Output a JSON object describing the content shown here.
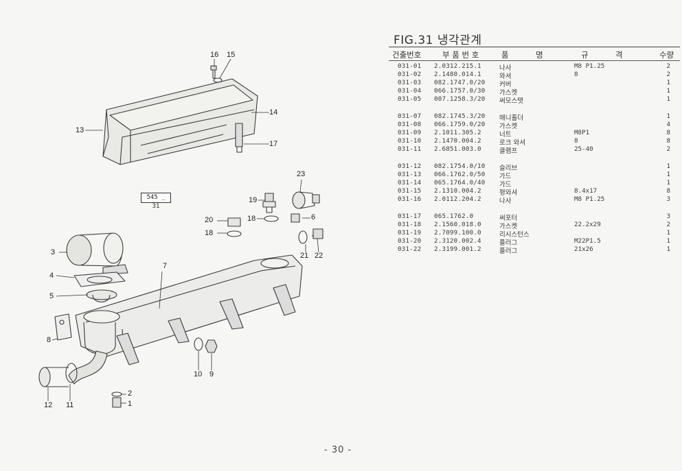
{
  "figure_title": "FIG.31 냉각관계",
  "drawing_code": "545 _ 31",
  "page_number": "- 30 -",
  "columns": {
    "no": "건출번호",
    "part_no": "부 품 번 호",
    "name_1": "품",
    "name_2": "명",
    "spec_1": "규",
    "spec_2": "격",
    "qty": "수량"
  },
  "parts": [
    {
      "no": "031-01",
      "part": "2.0312.215.1",
      "name": "나사",
      "spec": "M8 P1.25",
      "qty": "2"
    },
    {
      "no": "031-02",
      "part": "2.1480.014.1",
      "name": "와셔",
      "spec": "8",
      "qty": "2"
    },
    {
      "no": "031-03",
      "part": "082.1747.0/20",
      "name": "커버",
      "spec": "",
      "qty": "1"
    },
    {
      "no": "031-04",
      "part": "066.1757.0/30",
      "name": "가스켓",
      "spec": "",
      "qty": "1"
    },
    {
      "no": "031-05",
      "part": "007.1258.3/20",
      "name": "써모스탯",
      "spec": "",
      "qty": "1"
    },
    {
      "no": "031-07",
      "part": "082.1745.3/20",
      "name": "매니홀더",
      "spec": "",
      "qty": "1"
    },
    {
      "no": "031-08",
      "part": "066.1759.0/20",
      "name": "가스켓",
      "spec": "",
      "qty": "4"
    },
    {
      "no": "031-09",
      "part": "2.1011.305.2",
      "name": "너트",
      "spec": "M8P1",
      "qty": "8"
    },
    {
      "no": "031-10",
      "part": "2.1470.004.2",
      "name": "로크 와셔",
      "spec": "8",
      "qty": "8"
    },
    {
      "no": "031-11",
      "part": "2.6851.003.0",
      "name": "클램프",
      "spec": "25-40",
      "qty": "2"
    },
    {
      "no": "031-12",
      "part": "082.1754.0/10",
      "name": "슬리브",
      "spec": "",
      "qty": "1"
    },
    {
      "no": "031-13",
      "part": "066.1762.0/50",
      "name": "가드",
      "spec": "",
      "qty": "1"
    },
    {
      "no": "031-14",
      "part": "065.1764.0/40",
      "name": "가드",
      "spec": "",
      "qty": "1"
    },
    {
      "no": "031-15",
      "part": "2.1310.004.2",
      "name": "평와셔",
      "spec": "8.4x17",
      "qty": "8"
    },
    {
      "no": "031-16",
      "part": "2.0112.204.2",
      "name": "나사",
      "spec": "M8 P1.25",
      "qty": "3"
    },
    {
      "no": "031-17",
      "part": "065.1762.0",
      "name": "써포터",
      "spec": "",
      "qty": "3"
    },
    {
      "no": "031-18",
      "part": "2.1560.018.0",
      "name": "가스켓",
      "spec": "22.2x29",
      "qty": "2"
    },
    {
      "no": "031-19",
      "part": "2.7099.100.0",
      "name": "리시스턴스",
      "spec": "",
      "qty": "1"
    },
    {
      "no": "031-20",
      "part": "2.3120.002.4",
      "name": "플러그",
      "spec": "M22P1.5",
      "qty": "1"
    },
    {
      "no": "031-22",
      "part": "2.3199.001.2",
      "name": "플러그",
      "spec": "21x26",
      "qty": "1"
    }
  ],
  "callouts": {
    "c1": "1",
    "c2": "2",
    "c3": "3",
    "c4": "4",
    "c5": "5",
    "c6": "6",
    "c7": "7",
    "c8": "8",
    "c9": "9",
    "c10": "10",
    "c11": "11",
    "c12": "12",
    "c13": "13",
    "c14": "14",
    "c15": "15",
    "c16": "16",
    "c17": "17",
    "c18a": "18",
    "c18b": "18",
    "c19": "19",
    "c20": "20",
    "c21": "21",
    "c22": "22",
    "c23": "23"
  }
}
